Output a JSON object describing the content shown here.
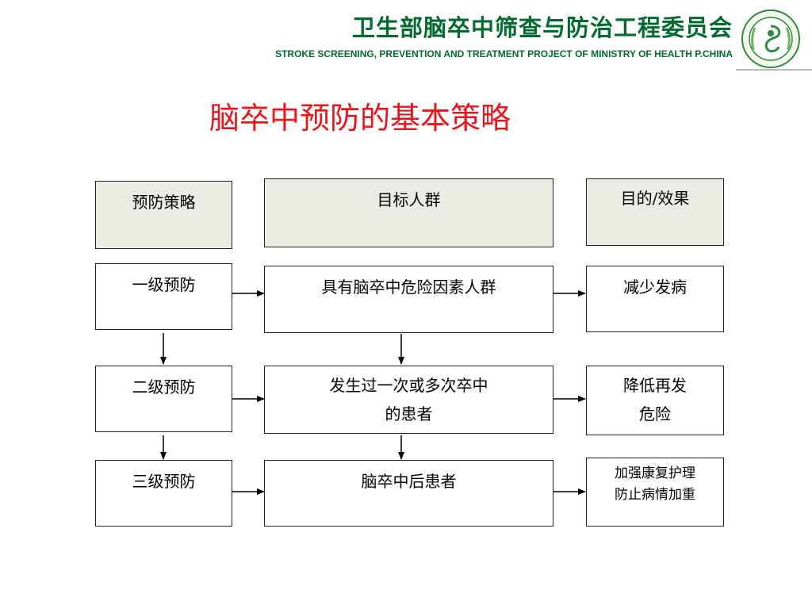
{
  "header": {
    "org_title": "卫生部脑卒中筛查与防治工程委员会",
    "org_subtitle": "STROKE SCREENING, PREVENTION AND TREATMENT PROJECT OF MINISTRY OF HEALTH P.CHINA",
    "logo_icon": "organization-seal-logo",
    "brand_color": "#006b2e"
  },
  "slide": {
    "title": "脑卒中预防的基本策略",
    "title_color": "#e8161c"
  },
  "columns": {
    "strategy": "预防策略",
    "target": "目标人群",
    "effect": "目的/效果"
  },
  "rows": [
    {
      "strategy": "一级预防",
      "target_lines": [
        "具有脑卒中危险因素人群"
      ],
      "effect_lines": [
        "减少发病"
      ]
    },
    {
      "strategy": "二级预防",
      "target_lines": [
        "发生过一次或多次卒中",
        "的患者"
      ],
      "effect_lines": [
        "降低再发",
        "危险"
      ]
    },
    {
      "strategy": "三级预防",
      "target_lines": [
        "脑卒中后患者"
      ],
      "effect_lines": [
        "加强康复护理",
        "防止病情加重"
      ]
    }
  ],
  "header_fill": "#ebebe3"
}
